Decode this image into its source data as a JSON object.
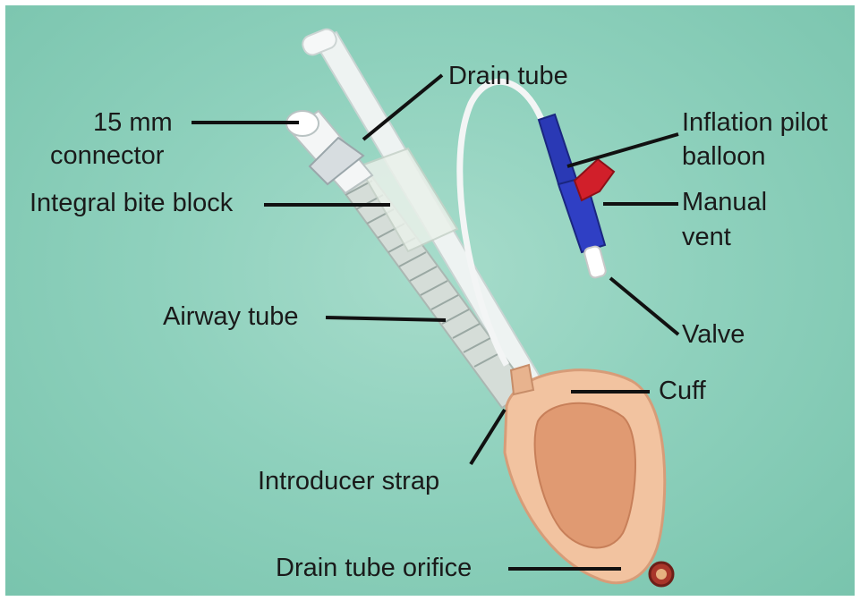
{
  "labels": {
    "drain_tube": "Drain tube",
    "connector_line1": "15 mm",
    "connector_line2": "connector",
    "bite_block": "Integral bite block",
    "pilot_line1": "Inflation pilot",
    "pilot_line2": "balloon",
    "vent_line1": "Manual",
    "vent_line2": "vent",
    "airway_tube": "Airway tube",
    "valve": "Valve",
    "cuff": "Cuff",
    "introducer_strap": "Introducer strap",
    "drain_orifice": "Drain tube orifice"
  },
  "colors": {
    "background": "#8fd1bd",
    "cuff": "#f2c3a0",
    "pilot_balloon": "#2a39b5",
    "manual_vent": "#d11f2a",
    "leader_line": "#111111"
  }
}
